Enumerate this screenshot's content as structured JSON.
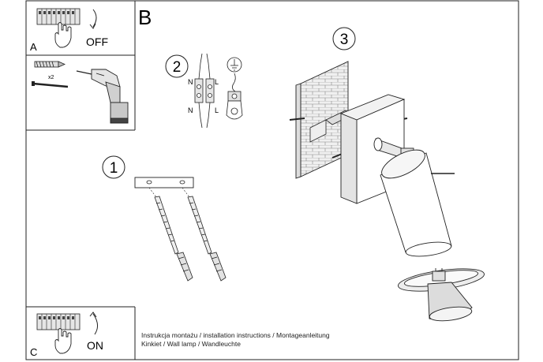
{
  "panels": {
    "a": {
      "label": "A",
      "action": "OFF",
      "anchor_count": "x2"
    },
    "b": {
      "label": "B"
    },
    "c": {
      "label": "C",
      "action": "ON"
    }
  },
  "steps": {
    "step1": {
      "number": "1"
    },
    "step2": {
      "number": "2",
      "wire_labels": {
        "n_top": "N",
        "l_top": "L",
        "n_bottom": "N",
        "l_bottom": "L"
      }
    },
    "step3": {
      "number": "3"
    }
  },
  "footer": {
    "line1": "Instrukcja montażu / installation instructions / Montageanleitung",
    "line2": "Kinkiet / Wall lamp / Wandleuchte"
  },
  "colors": {
    "stroke": "#222222",
    "fill_light": "#e8e8e8",
    "fill_mid": "#cfcfcf",
    "background": "#ffffff"
  },
  "icons": [
    "terminal-block-icon",
    "hand-icon",
    "rotate-arrow-icon",
    "wall-plug-icon",
    "screw-icon",
    "drill-icon",
    "ground-symbol-icon"
  ]
}
